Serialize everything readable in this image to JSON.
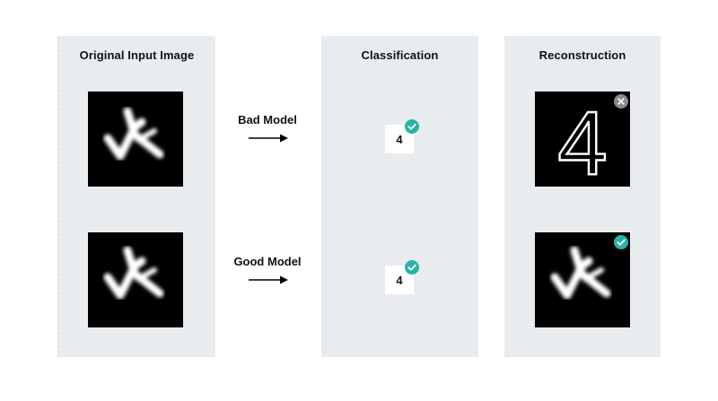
{
  "panels": {
    "input": {
      "title": "Original Input Image"
    },
    "classification": {
      "title": "Classification"
    },
    "reconstruction": {
      "title": "Reconstruction"
    }
  },
  "rows": [
    {
      "model_label": "Bad Model",
      "predicted_digit": "4",
      "classification_status": "correct",
      "reconstruction_digit": "4",
      "reconstruction_status": "incorrect"
    },
    {
      "model_label": "Good Model",
      "predicted_digit": "4",
      "classification_status": "correct",
      "reconstruction_status": "correct"
    }
  ],
  "colors": {
    "panel_bg": "#e9ecef",
    "correct": "#26b5a6",
    "incorrect": "#8a8a8a",
    "digit_bg": "#000000",
    "digit_fg": "#ffffff"
  },
  "icons": {
    "correct": "check-circle-icon",
    "incorrect": "x-circle-icon",
    "arrow": "arrow-right-icon"
  }
}
